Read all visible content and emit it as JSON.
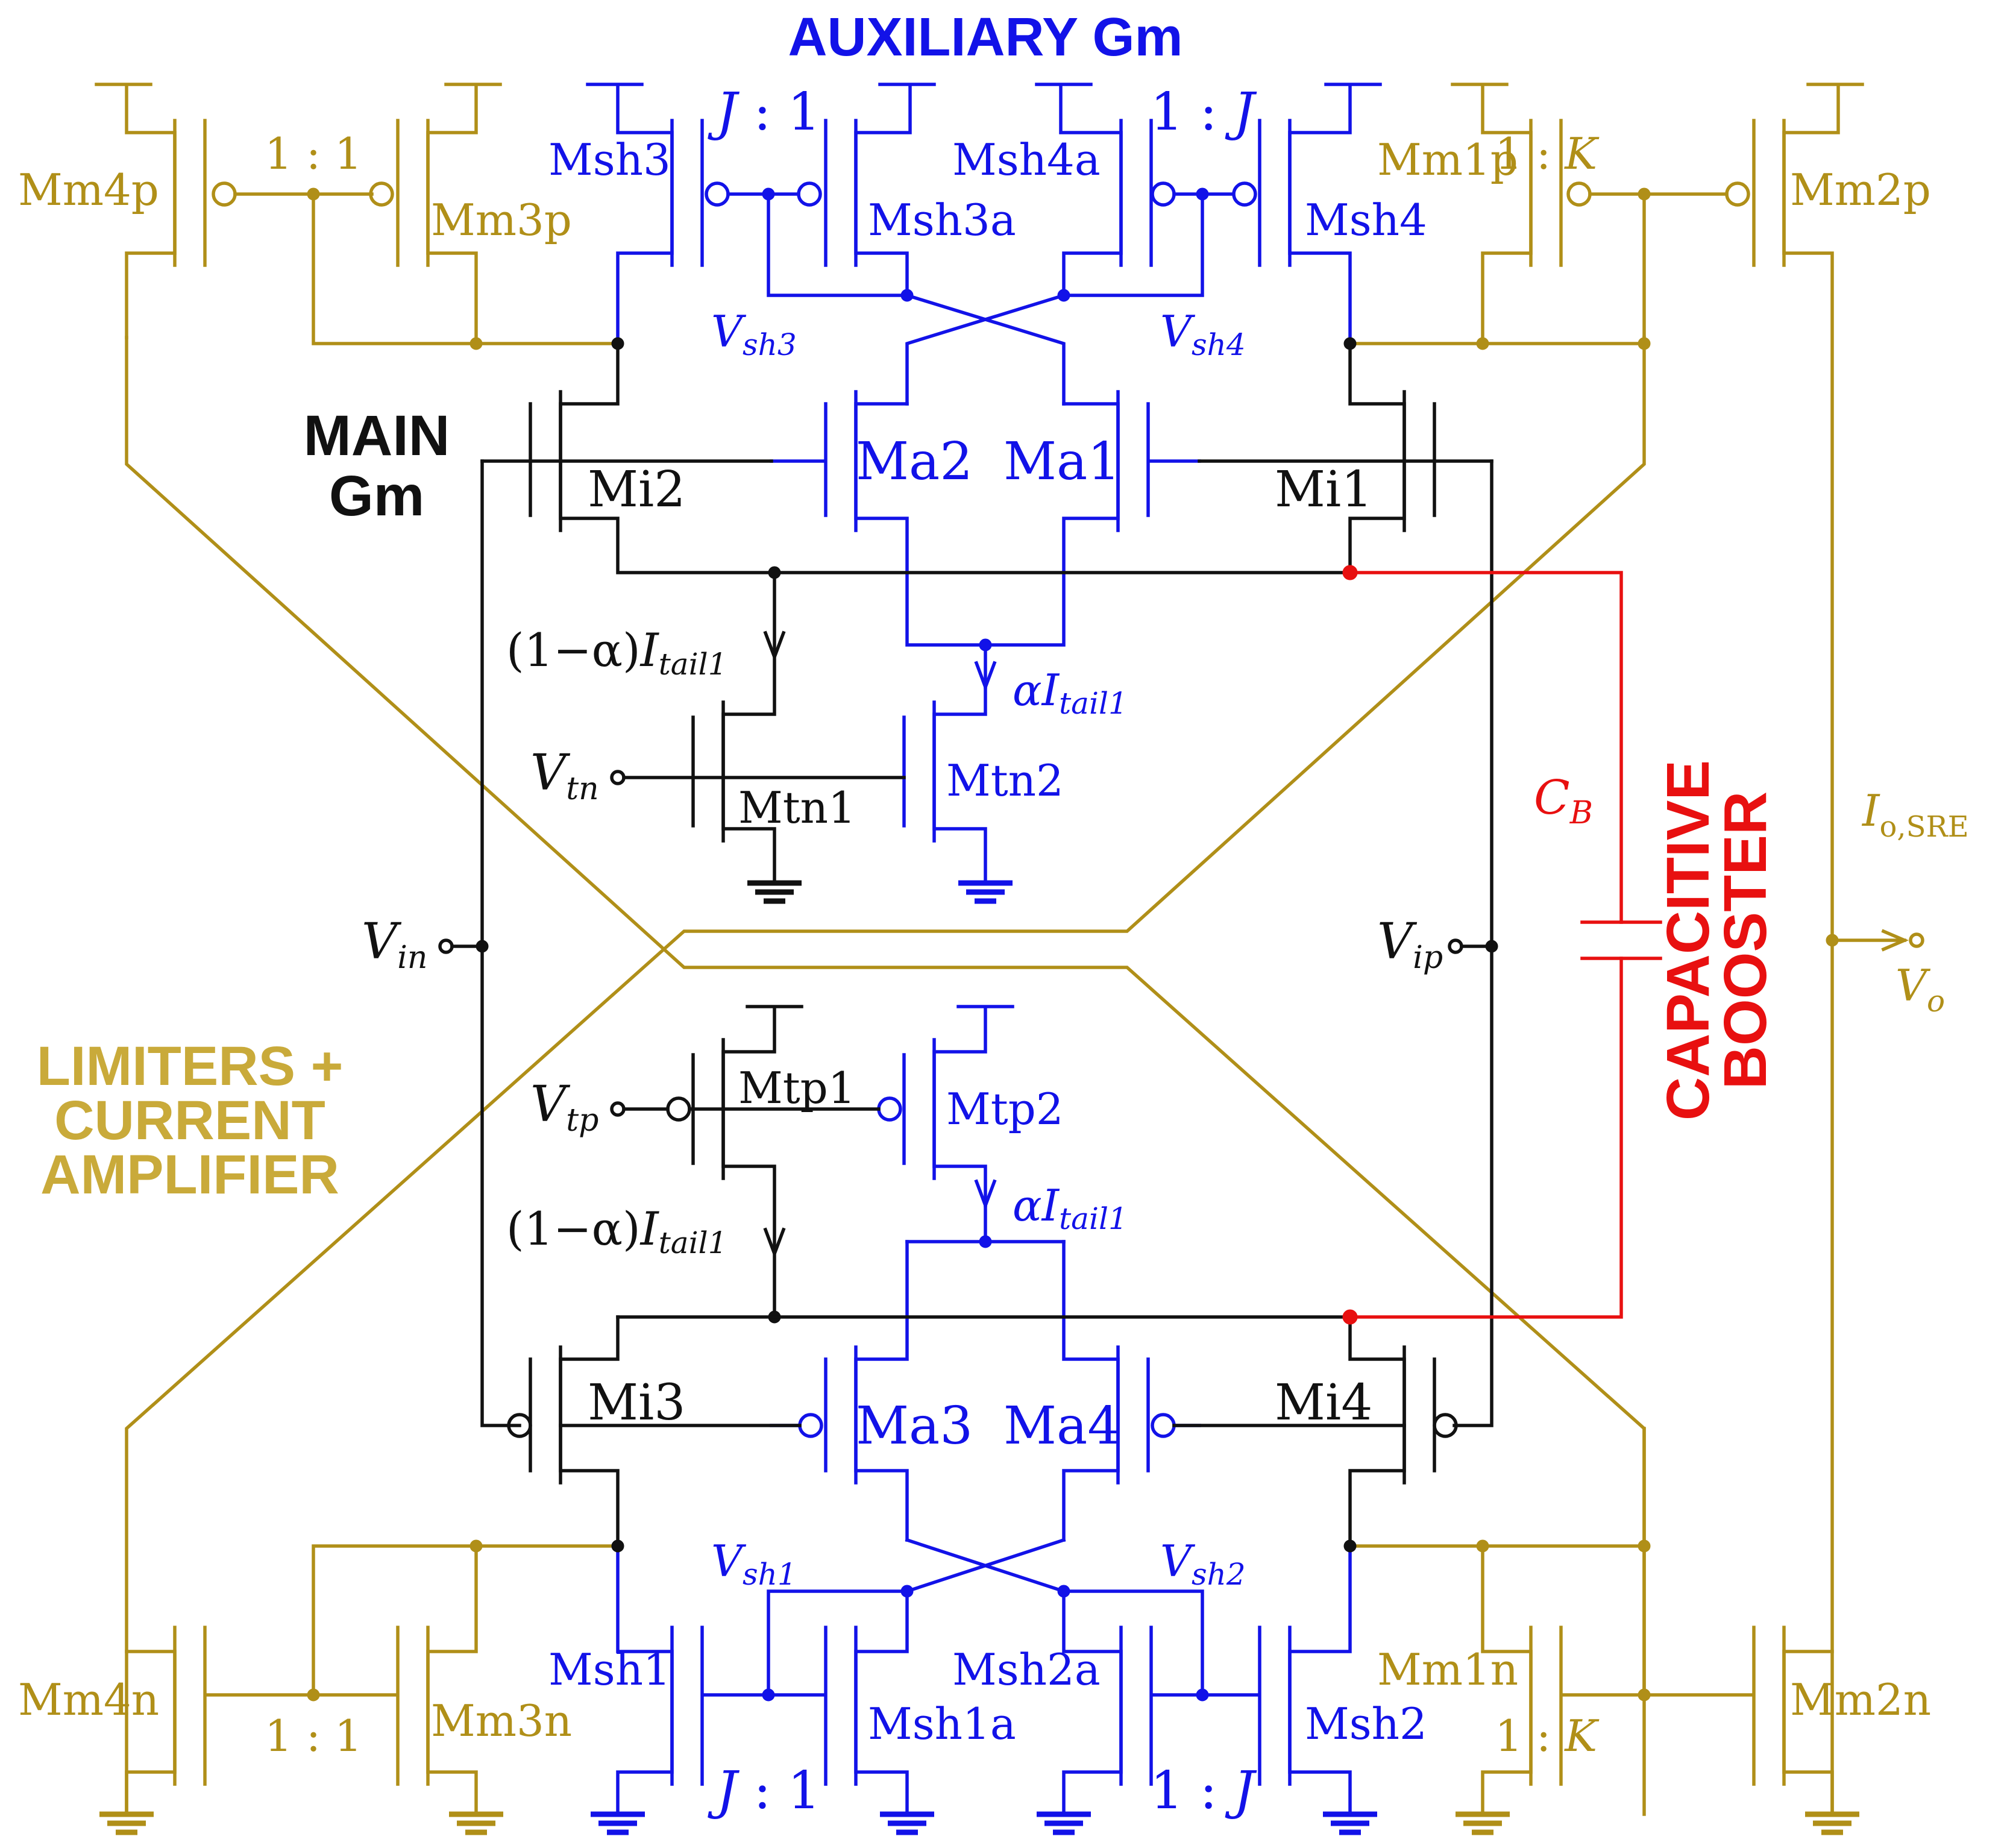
{
  "colors": {
    "main": "#111111",
    "aux": "#1212e8",
    "limiter": "#b08f18",
    "limiter_title": "#c9aa3a",
    "booster": "#e81010"
  },
  "titles": {
    "aux": "AUXILIARY Gm",
    "main_l1": "MAIN",
    "main_l2": "Gm",
    "lim_l1": "LIMITERS +",
    "lim_l2": "CURRENT",
    "lim_l3": "AMPLIFIER",
    "cap_l1": "CAPACITIVE",
    "cap_l2": "BOOSTER"
  },
  "devices": {
    "mm4p": "Mm4p",
    "mm3p": "Mm3p",
    "mm1p": "Mm1p",
    "mm2p": "Mm2p",
    "mm4n": "Mm4n",
    "mm3n": "Mm3n",
    "mm1n": "Mm1n",
    "mm2n": "Mm2n",
    "msh3": "Msh3",
    "msh3a": "Msh3a",
    "msh4a": "Msh4a",
    "msh4": "Msh4",
    "msh1": "Msh1",
    "msh1a": "Msh1a",
    "msh2a": "Msh2a",
    "msh2": "Msh2",
    "ma1": "Ma1",
    "ma2": "Ma2",
    "ma3": "Ma3",
    "ma4": "Ma4",
    "mi1": "Mi1",
    "mi2": "Mi2",
    "mi3": "Mi3",
    "mi4": "Mi4",
    "mtn1": "Mtn1",
    "mtn2": "Mtn2",
    "mtp1": "Mtp1",
    "mtp2": "Mtp2"
  },
  "ratios": {
    "one_one": "1 : 1",
    "one_k": "1 : ",
    "k": "K",
    "j_one_j": "J",
    "j_one": " : 1",
    "one_j": "1 : ",
    "j": "J"
  },
  "nodes": {
    "V": "V",
    "sh1": "sh1",
    "sh2": "sh2",
    "sh3": "sh3",
    "sh4": "sh4",
    "in": "in",
    "ip": "ip",
    "tn": "tn",
    "tp": "tp",
    "o": "o",
    "C": "C",
    "B": "B",
    "I": "I",
    "o_sre": "o,SRE"
  },
  "currents": {
    "one_minus_alpha": "(1−α)",
    "alpha": "α",
    "I": "I",
    "tail1": "tail1"
  }
}
